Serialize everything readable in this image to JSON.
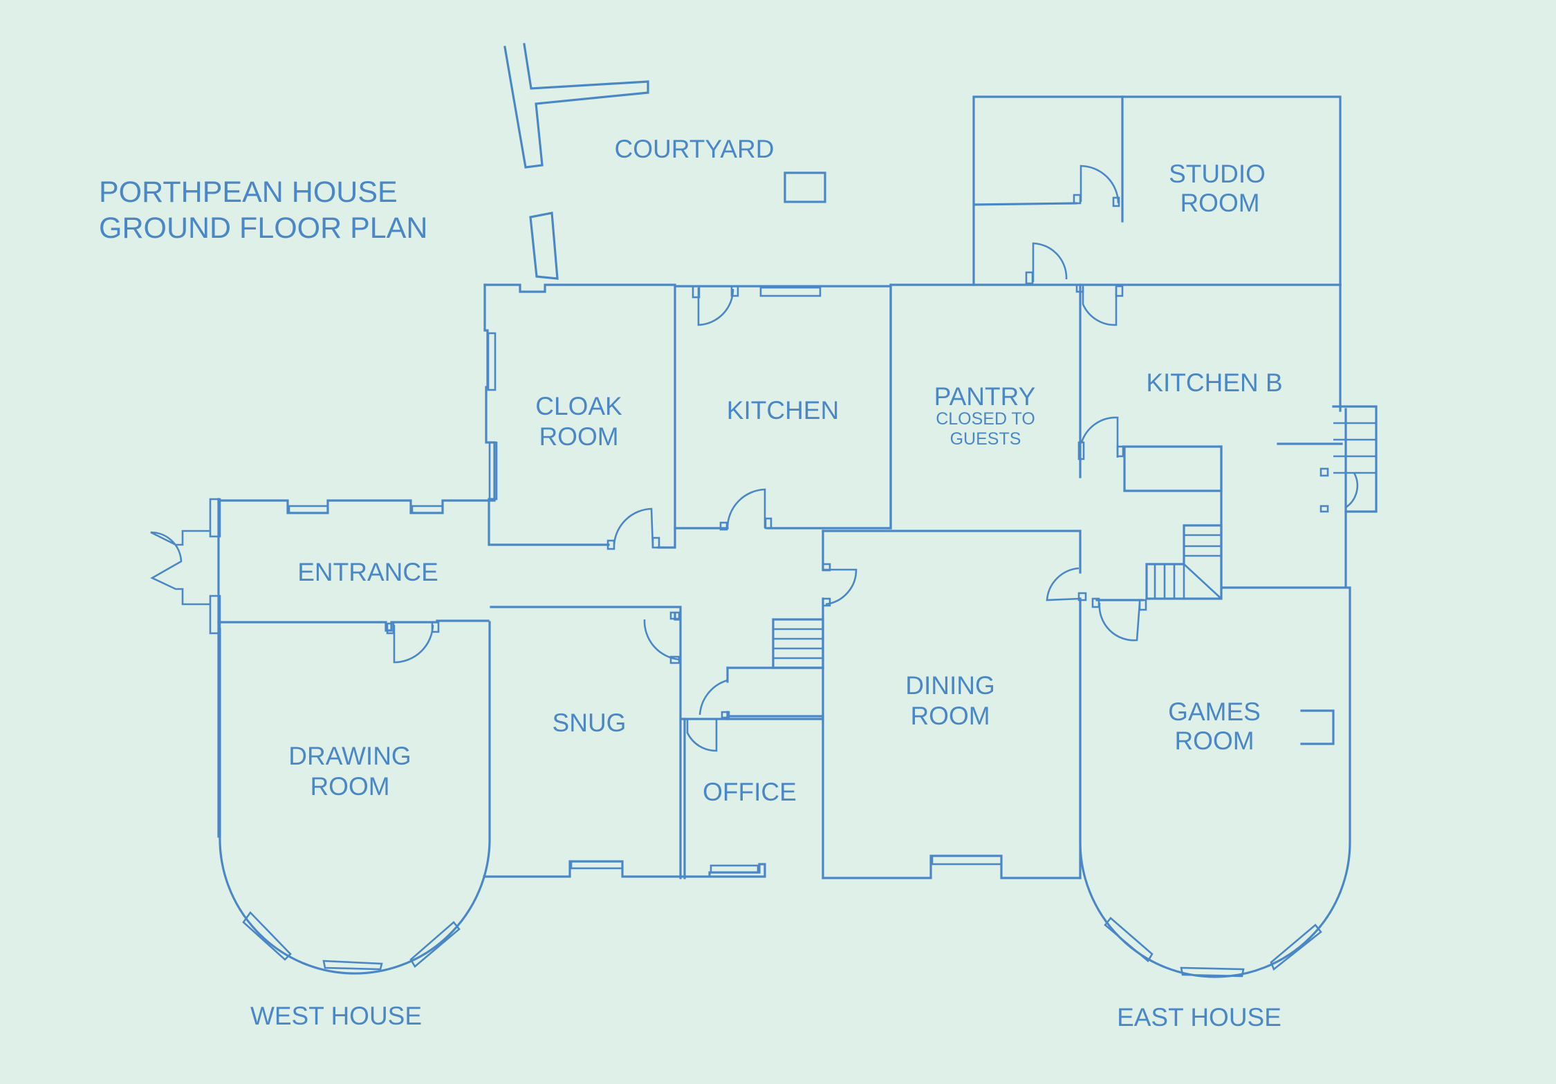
{
  "title": {
    "line1": "PORTHPEAN HOUSE",
    "line2": "GROUND FLOOR PLAN"
  },
  "areas": {
    "courtyard": "COURTYARD",
    "west_house": "WEST HOUSE",
    "east_house": "EAST HOUSE"
  },
  "rooms": {
    "studio_room": [
      "STUDIO",
      "ROOM"
    ],
    "cloak_room": [
      "CLOAK",
      "ROOM"
    ],
    "kitchen": "KITCHEN",
    "pantry": {
      "name": "PANTRY",
      "note": [
        "CLOSED TO",
        "GUESTS"
      ]
    },
    "kitchen_b": "KITCHEN B",
    "entrance": "ENTRANCE",
    "snug": "SNUG",
    "office": "OFFICE",
    "dining_room": [
      "DINING",
      "ROOM"
    ],
    "drawing_room": [
      "DRAWING",
      "ROOM"
    ],
    "games_room": [
      "GAMES",
      "ROOM"
    ]
  },
  "colors": {
    "background": "#dff0e9",
    "line": "#4a87c6"
  }
}
